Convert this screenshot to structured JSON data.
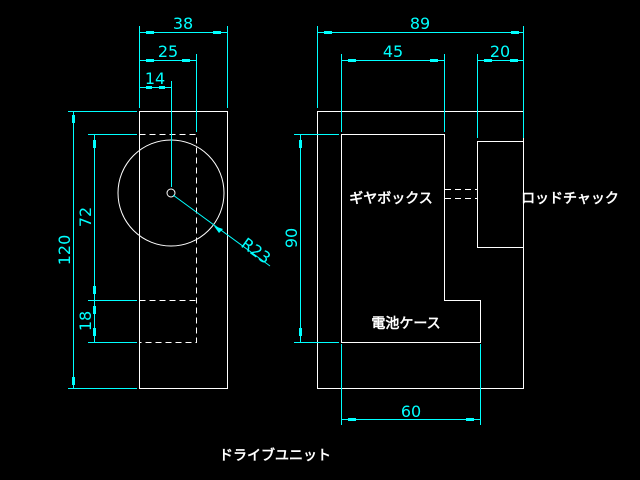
{
  "colors": {
    "background": "#000000",
    "outline": "#ffffff",
    "dimension": "#00ffff"
  },
  "side_view": {
    "dims": {
      "width_total": "38",
      "width_inner": "25",
      "center_offset": "14",
      "height_total": "120",
      "height_upper": "72",
      "height_lower": "18",
      "radius": "R23"
    }
  },
  "front_view": {
    "dims": {
      "width_total": "89",
      "gearbox_width": "45",
      "chuck_width": "20",
      "gearbox_height": "90",
      "battery_width": "60"
    },
    "labels": {
      "gearbox": "ギヤボックス",
      "rod_chuck": "ロッドチャック",
      "battery_case": "電池ケース"
    }
  },
  "title": "ドライブユニット"
}
